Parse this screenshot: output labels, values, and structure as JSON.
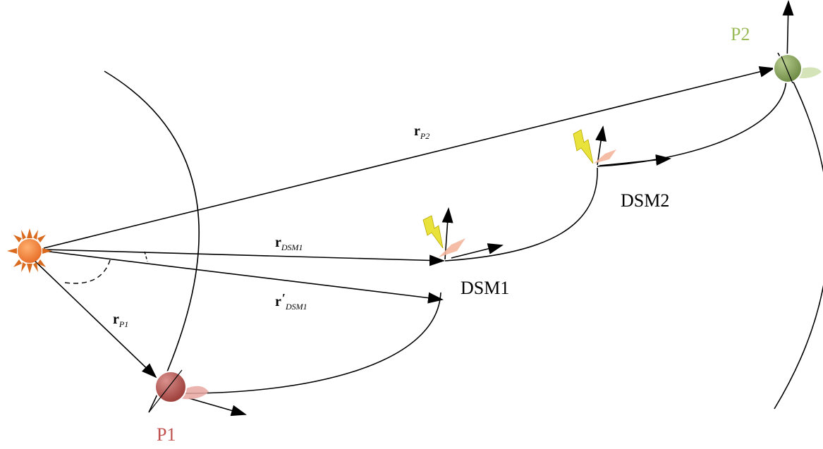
{
  "labels": {
    "p1": "P1",
    "p2": "P2",
    "dsm1": "DSM1",
    "dsm2": "DSM2"
  },
  "vectors": {
    "r_p1": {
      "base": "r",
      "sub": "P1"
    },
    "r_p2": {
      "base": "r",
      "sub": "P2"
    },
    "r_dsm1": {
      "base": "r",
      "sub": "DSM1"
    },
    "r_dsm1_prime": {
      "base": "r",
      "prime": "′",
      "sub": "DSM1"
    }
  },
  "colors": {
    "sun": "#f0803a",
    "sun_rays": "#d96a1e",
    "p1_planet": "#b2514d",
    "p1_label": "#c0504d",
    "p2_planet": "#8aa560",
    "p2_label": "#9bbb59",
    "flame": "#f4b59c",
    "spark": "#e8e23a",
    "stroke": "#000000"
  },
  "icons": {
    "sun": "sun-icon",
    "p1": "planet-icon",
    "p2": "planet-icon",
    "dsm_burn": "lightning-icon"
  }
}
